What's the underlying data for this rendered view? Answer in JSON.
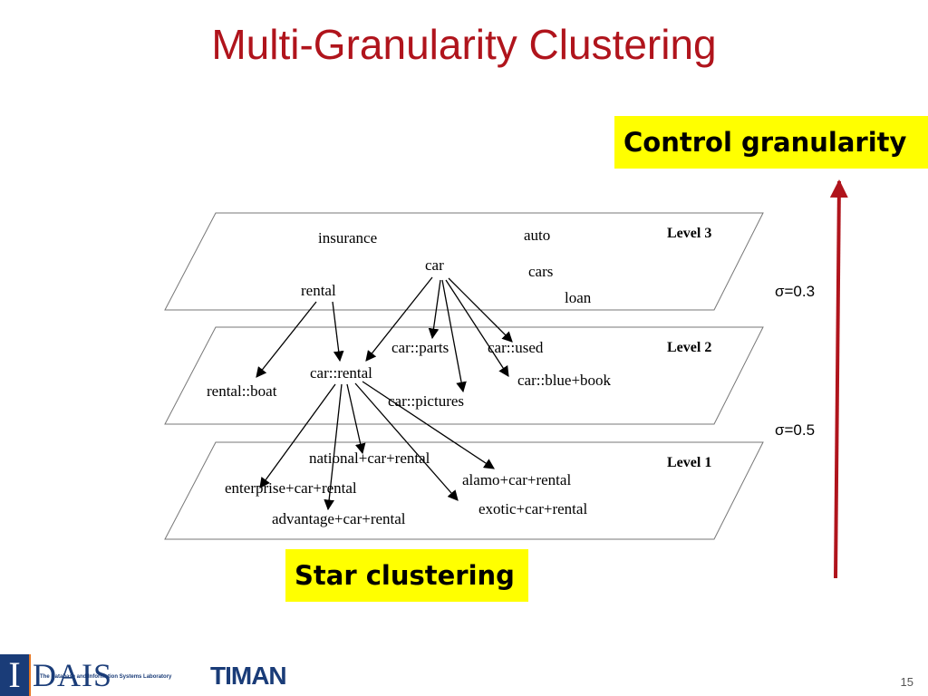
{
  "slide": {
    "title": "Multi-Granularity Clustering",
    "callout_control": "Control granularity",
    "callout_star": "Star clustering",
    "page_number": "15"
  },
  "levels": {
    "level3": "Level 3",
    "level2": "Level 2",
    "level1": "Level 1"
  },
  "sigma": {
    "upper": "σ=0.3",
    "lower": "σ=0.5"
  },
  "terms": {
    "insurance": "insurance",
    "auto": "auto",
    "car": "car",
    "cars": "cars",
    "rental": "rental",
    "loan": "loan",
    "car_parts": "car::parts",
    "car_used": "car::used",
    "car_rental": "car::rental",
    "car_blue_book": "car::blue+book",
    "rental_boat": "rental::boat",
    "car_pictures": "car::pictures",
    "national_car_rental": "national+car+rental",
    "alamo_car_rental": "alamo+car+rental",
    "enterprise_car_rental": "enterprise+car+rental",
    "exotic_car_rental": "exotic+car+rental",
    "advantage_car_rental": "advantage+car+rental"
  },
  "logos": {
    "dais_letter": "I",
    "dais_text": "DAIS",
    "dais_lab": "The Database and Information Systems Laboratory",
    "timan": "TIMAN"
  },
  "colors": {
    "title": "#b0141c",
    "arrow_up": "#b0141c",
    "callout": "#ffff00"
  }
}
